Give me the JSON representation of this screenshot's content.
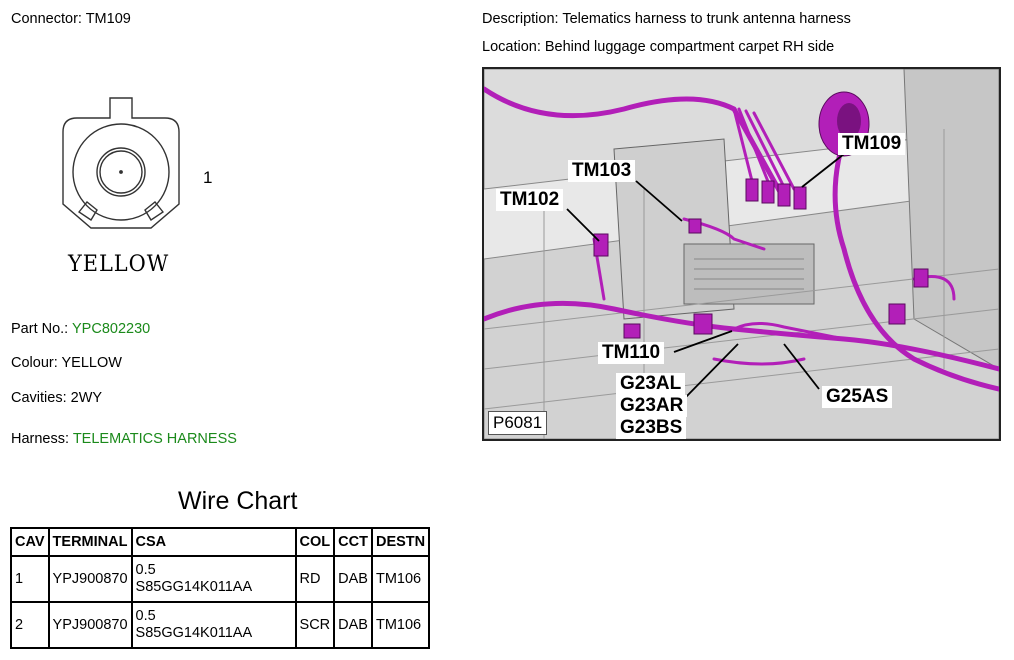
{
  "connector": {
    "label": "Connector: TM109",
    "cavity_number": "1",
    "colour_caption": "YELLOW"
  },
  "details": {
    "part_no_label": "Part No.:",
    "part_no_value": "YPC802230",
    "colour": "Colour: YELLOW",
    "cavities": "Cavities: 2WY",
    "harness_label": "Harness:",
    "harness_value": "TELEMATICS HARNESS"
  },
  "description": "Description: Telematics harness to trunk antenna harness",
  "location": "Location: Behind luggage compartment carpet RH side",
  "photo": {
    "reference": "P6081",
    "callouts": {
      "tm109": "TM109",
      "tm103": "TM103",
      "tm102": "TM102",
      "tm110": "TM110",
      "g23al": "G23AL",
      "g23ar": "G23AR",
      "g23bs": "G23BS",
      "g25as": "G25AS"
    }
  },
  "wire_chart": {
    "title": "Wire Chart",
    "headers": [
      "CAV",
      "TERMINAL",
      "CSA",
      "COL",
      "CCT",
      "DESTN"
    ],
    "rows": [
      {
        "cav": "1",
        "terminal": "YPJ900870",
        "csa_size": "0.5",
        "csa_code": "S85GG14K011AA",
        "col": "RD",
        "cct": "DAB",
        "destn": "TM106"
      },
      {
        "cav": "2",
        "terminal": "YPJ900870",
        "csa_size": "0.5",
        "csa_code": "S85GG14K011AA",
        "col": "SCR",
        "cct": "DAB",
        "destn": "TM106"
      }
    ]
  },
  "colors": {
    "link_green": "#1b8a1b",
    "harness_magenta": "#b21fb8"
  }
}
